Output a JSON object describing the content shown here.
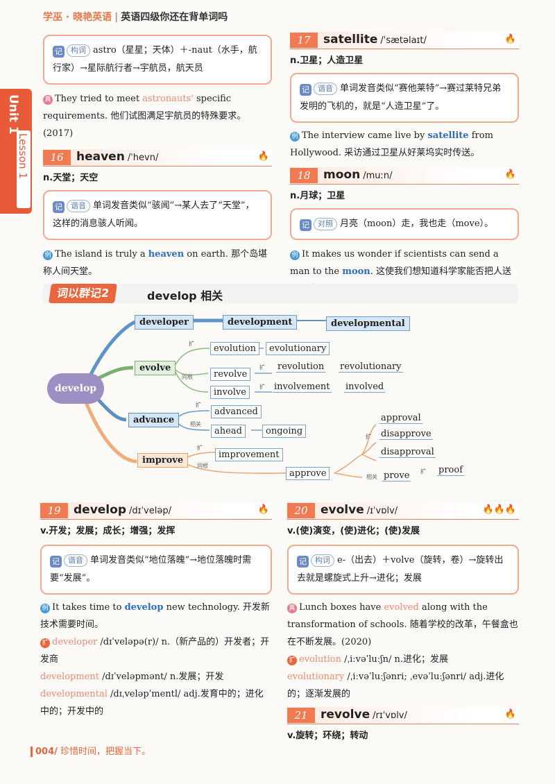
{
  "header": {
    "brand": "学巫 · 晓艳英语",
    "title": "英语四级你还在背单词吗"
  },
  "sidebar": {
    "unit": "Unit 1",
    "lesson": "Lesson 1"
  },
  "left_top": {
    "box_tag": "构词",
    "box_text": "astro（星星；天体）＋-naut（水手，航行家）→星际航行者→宇航员，航天员",
    "ex_text_1": "They tried to meet ",
    "ex_highlight": "astronauts'",
    "ex_text_2": " specific requirements. 他们试图满足宇航员的特殊要求。(2017)"
  },
  "word16": {
    "num": "16",
    "word": "heaven",
    "phonetic": "/ˈhevn/",
    "pos": "n.天堂；天空",
    "box_tag": "谐音",
    "box_text": "单词发音类似“骇闻”→某人去了“天堂”，这样的消息骇人听闻。",
    "ex_text_1": "The island is truly a ",
    "ex_highlight": "heaven",
    "ex_text_2": " on earth. 那个岛堪称人间天堂。"
  },
  "word17": {
    "num": "17",
    "word": "satellite",
    "phonetic": "/ˈsætəlaɪt/",
    "pos": "n.卫星；人造卫星",
    "box_tag": "谐音",
    "box_text": "单词发音类似“赛他莱特”→赛过莱特兄弟发明的飞机的，就是“人造卫星”了。",
    "ex_text_1": "The interview came live by ",
    "ex_highlight": "satellite",
    "ex_text_2": " from Hollywood. 采访通过卫星从好莱坞实时传送。"
  },
  "word18": {
    "num": "18",
    "word": "moon",
    "phonetic": "/muːn/",
    "pos": "n.月球；卫星",
    "box_tag": "对照",
    "box_text": "月亮（moon）走，我也走（move）。",
    "ex_text_1": "It makes us wonder if scientists can send a man to the ",
    "ex_highlight": "moon",
    "ex_text_2": ". 这使我们想知道科学家能否把人送上月球。"
  },
  "section": {
    "badge": "词以群记2",
    "title": "develop 相关"
  },
  "mindmap": {
    "root": "develop",
    "developer": "developer",
    "development": "development",
    "developmental": "developmental",
    "evolve": "evolve",
    "evolution": "evolution",
    "evolutionary": "evolutionary",
    "revolve": "revolve",
    "revolution": "revolution",
    "revolutionary": "revolutionary",
    "involve": "involve",
    "involvement": "involvement",
    "involved": "involved",
    "advance": "advance",
    "advanced": "advanced",
    "ahead": "ahead",
    "ongoing": "ongoing",
    "improve": "improve",
    "improvement": "improvement",
    "approve": "approve",
    "approval": "approval",
    "disapprove": "disapprove",
    "disapproval": "disapproval",
    "prove": "prove",
    "proof": "proof",
    "lbl_kuo": "扩",
    "lbl_tonggen": "同根",
    "lbl_xiangguan": "相关"
  },
  "word19": {
    "num": "19",
    "word": "develop",
    "phonetic": "/dɪˈveləp/",
    "pos": "v.开发；发展；成长；增强；发挥",
    "box_tag": "谐音",
    "box_text": "单词发音类似“地位落魄”→地位落魄时需要“发展”。",
    "ex_text_1": "It takes time to ",
    "ex_highlight": "develop",
    "ex_text_2": " new technology. 开发新技术需要时间。",
    "ext_1_word": "developer",
    "ext_1_rest": " /dɪˈveləpə(r)/ n.（新产品的）开发者；开发商",
    "ext_2_word": "development",
    "ext_2_rest": " /dɪˈveləpmənt/ n.发展；开发",
    "ext_3_word": "developmental",
    "ext_3_rest": " /dɪˌveləpˈmentl/ adj.发育中的；进化中的；开发中的"
  },
  "word20": {
    "num": "20",
    "word": "evolve",
    "phonetic": "/ɪˈvɒlv/",
    "pos": "v.(使)演变，(使)进化；(使)发展",
    "box_tag": "构词",
    "box_text": "e-（出去）＋volve（旋转，卷）→旋转出去就是螺旋式上升→进化；发展",
    "ex_text_1": "Lunch boxes have ",
    "ex_highlight": "evolved",
    "ex_text_2": " along with the transformation of schools. 随着学校的改革，午餐盒也在不断发展。(2020)",
    "ext_1_word": "evolution",
    "ext_1_rest": " /ˌiːvəˈluːʃn/ n.进化；发展",
    "ext_2_word": "evolutionary",
    "ext_2_rest": " /ˌiːvəˈluːʃənri; ˌevəˈluːʃənri/ adj.进化的；逐渐发展的"
  },
  "word21": {
    "num": "21",
    "word": "revolve",
    "phonetic": "/rɪˈvɒlv/",
    "pos": "v.旋转；环绕；转动"
  },
  "footer": {
    "page": "004/",
    "motto": "珍惜时间，把握当下。"
  }
}
